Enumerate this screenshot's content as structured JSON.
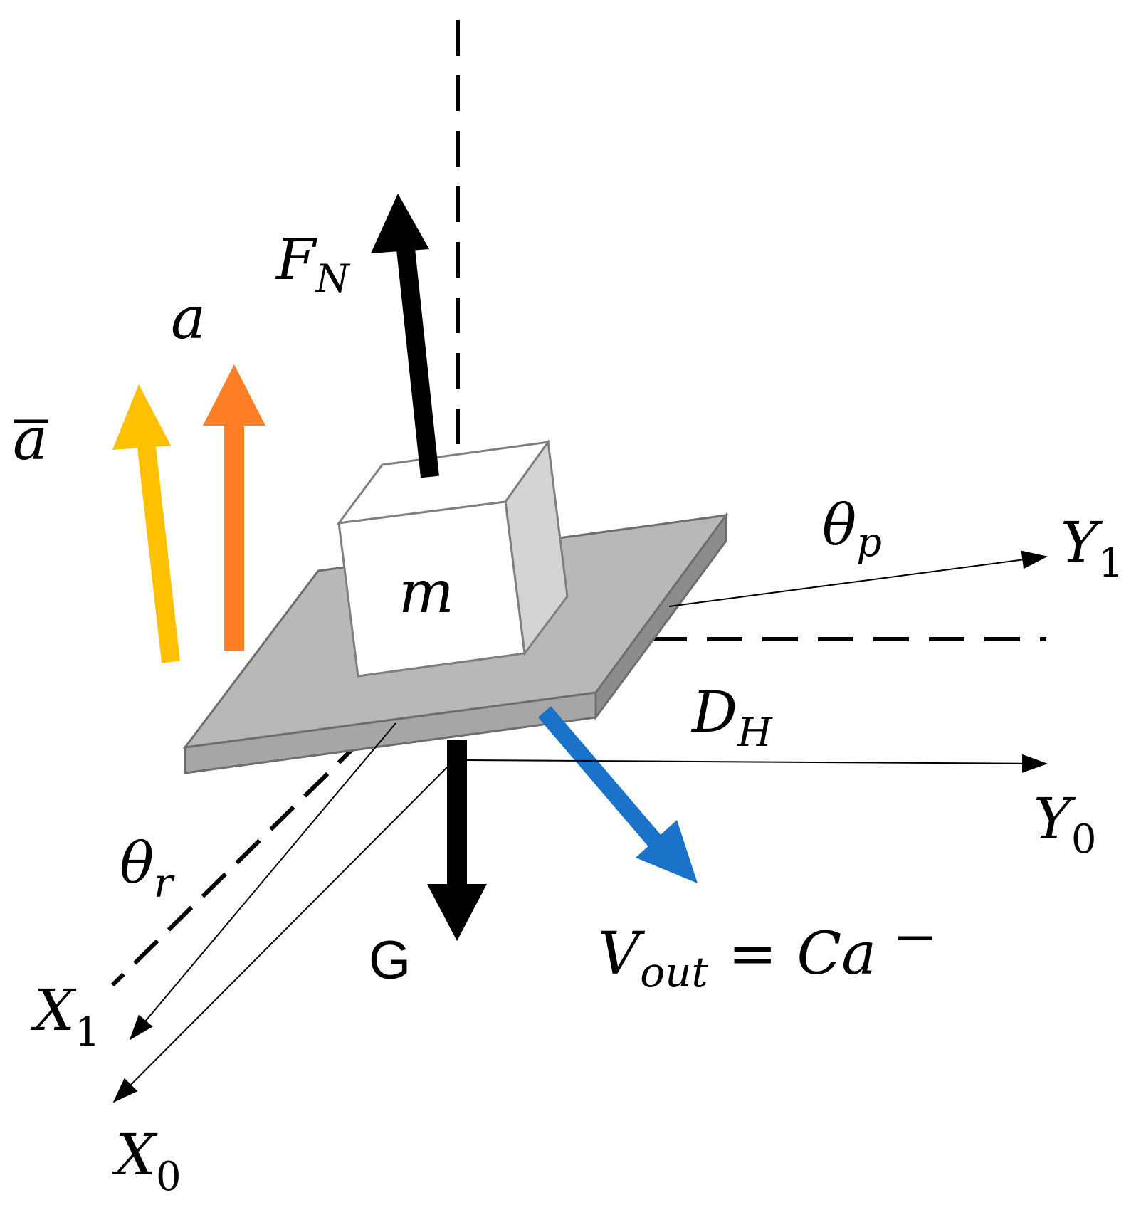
{
  "labels": {
    "force_normal_symbol": "F",
    "force_normal_subscript": "N",
    "accel_symbol": "a",
    "accel_bar_symbol": "a",
    "accel_bar_overline": "‾",
    "mass_symbol": "m",
    "theta_p_symbol": "θ",
    "theta_p_subscript": "p",
    "y1_symbol": "Y",
    "y1_subscript": "1",
    "dh_symbol": "D",
    "dh_subscript": "H",
    "y0_symbol": "Y",
    "y0_subscript": "0",
    "theta_r_symbol": "θ",
    "theta_r_subscript": "r",
    "gravity_label": "G",
    "vout_symbol": "V",
    "vout_subscript": "out",
    "vout_equals": "=",
    "vout_c": "C",
    "vout_a": "a",
    "x1_symbol": "X",
    "x1_subscript": "1",
    "x0_symbol": "X",
    "x0_subscript": "0"
  },
  "colors": {
    "accel_bar_arrow": "#FFC000",
    "accel_arrow": "#FF7F27",
    "vout_arrow": "#1A73C8",
    "plate_top": "#B8B8B8",
    "plate_side": "#8C8C8C",
    "box_front": "#FFFFFF",
    "box_side": "#D4D4D4",
    "force_arrows": "#000000"
  },
  "icons": {
    "normal_force": "arrow-up-icon",
    "gravity": "arrow-down-icon",
    "output_voltage": "arrow-down-right-icon"
  }
}
